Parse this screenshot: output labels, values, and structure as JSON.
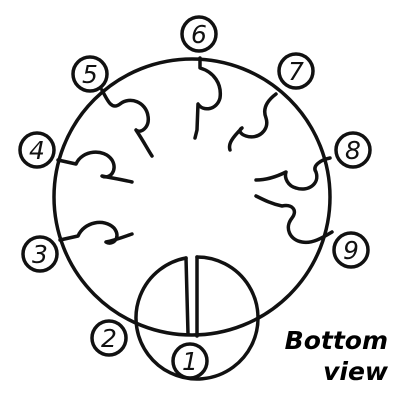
{
  "pins": [
    {
      "number": "1"
    },
    {
      "number": "2"
    },
    {
      "number": "3"
    },
    {
      "number": "4"
    },
    {
      "number": "5"
    },
    {
      "number": "6"
    },
    {
      "number": "7"
    },
    {
      "number": "8"
    },
    {
      "number": "9"
    }
  ],
  "caption": {
    "line1": "Bottom",
    "line2": "view"
  },
  "colors": {
    "ink": "#111111",
    "background": "#ffffff"
  }
}
